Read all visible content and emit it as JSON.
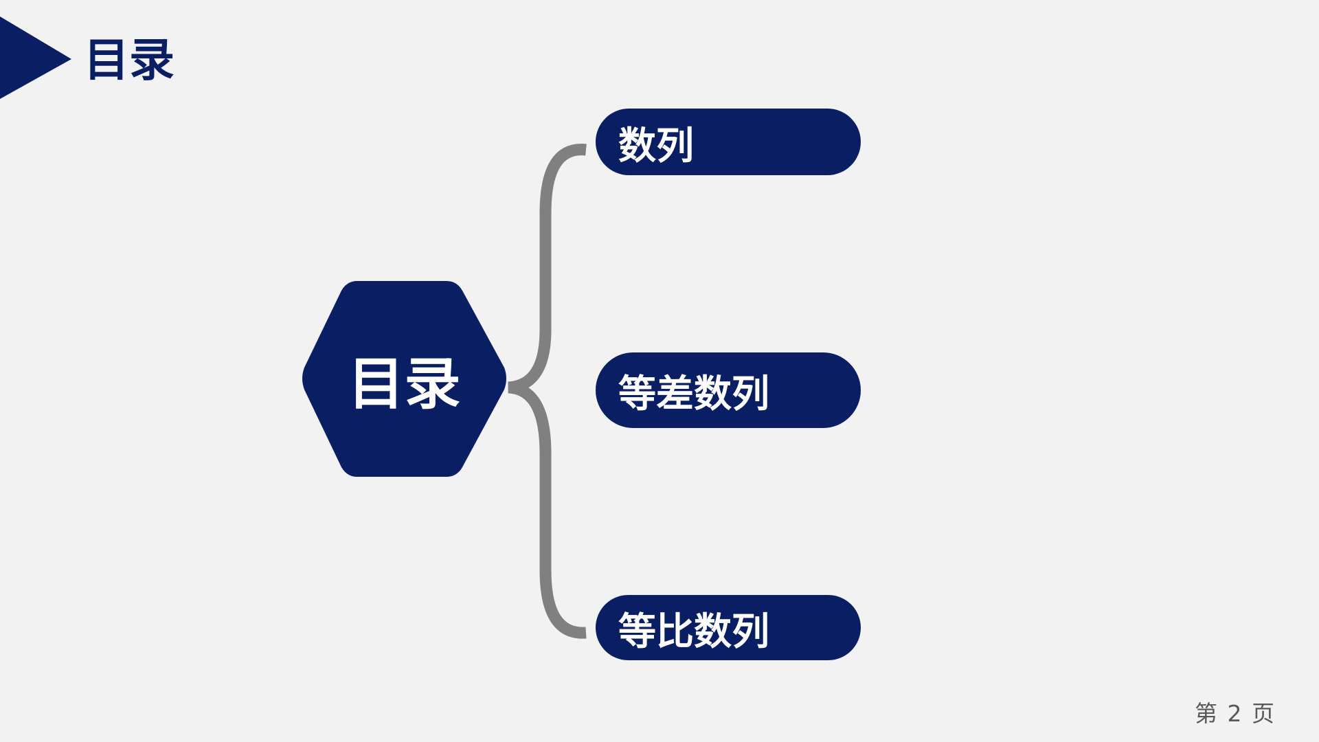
{
  "header": {
    "title": "目录"
  },
  "center": {
    "label": "目录"
  },
  "items": [
    {
      "label": "数列"
    },
    {
      "label": "等差数列"
    },
    {
      "label": "等比数列"
    }
  ],
  "footer": {
    "page": "第 2 页"
  },
  "colors": {
    "primary": "#0a1f63",
    "connector": "#808080",
    "background": "#f2f2f2"
  }
}
